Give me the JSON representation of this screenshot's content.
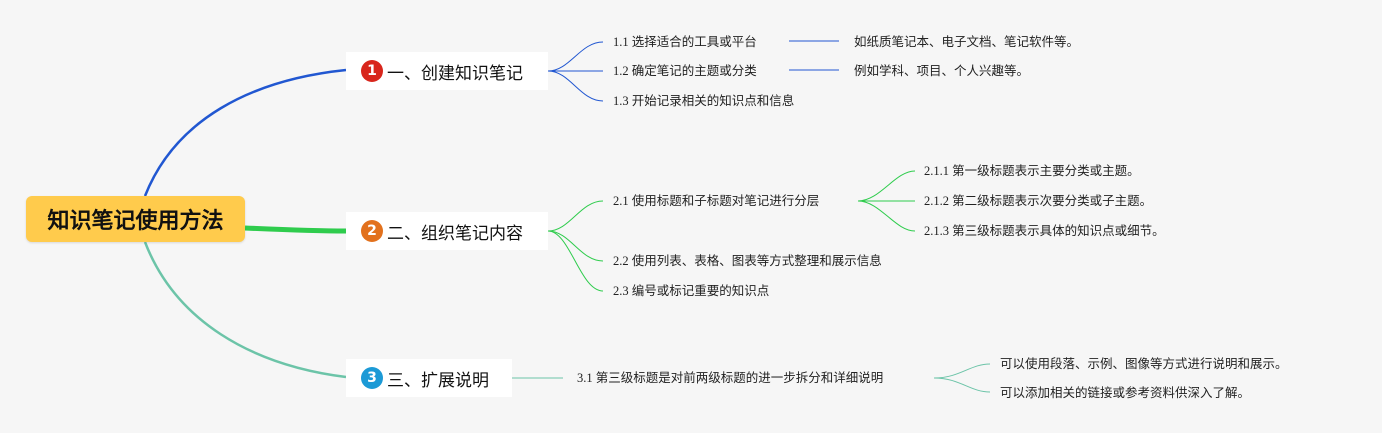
{
  "root": {
    "title": "知识笔记使用方法"
  },
  "colors": {
    "b1": "#2157d1",
    "b2": "#2fcc4d",
    "b3": "#6cc4a8",
    "badge1": "#d8261c",
    "badge2": "#e2711d",
    "badge3": "#1c9ad6",
    "root_bg": "#ffcb4c"
  },
  "branches": [
    {
      "number": "1",
      "label": "一、创建知识笔记",
      "children": [
        {
          "label": "1.1 选择适合的工具或平台",
          "note": "如纸质笔记本、电子文档、笔记软件等。"
        },
        {
          "label": "1.2 确定笔记的主题或分类",
          "note": "例如学科、项目、个人兴趣等。"
        },
        {
          "label": "1.3 开始记录相关的知识点和信息"
        }
      ]
    },
    {
      "number": "2",
      "label": "二、组织笔记内容",
      "children": [
        {
          "label": "2.1 使用标题和子标题对笔记进行分层",
          "subs": [
            "2.1.1 第一级标题表示主要分类或主题。",
            "2.1.2 第二级标题表示次要分类或子主题。",
            "2.1.3 第三级标题表示具体的知识点或细节。"
          ]
        },
        {
          "label": "2.2 使用列表、表格、图表等方式整理和展示信息"
        },
        {
          "label": "2.3 编号或标记重要的知识点"
        }
      ]
    },
    {
      "number": "3",
      "label": "三、扩展说明",
      "children": [
        {
          "label": "3.1 第三级标题是对前两级标题的进一步拆分和详细说明",
          "subs": [
            "可以使用段落、示例、图像等方式进行说明和展示。",
            "可以添加相关的链接或参考资料供深入了解。"
          ]
        }
      ]
    }
  ]
}
